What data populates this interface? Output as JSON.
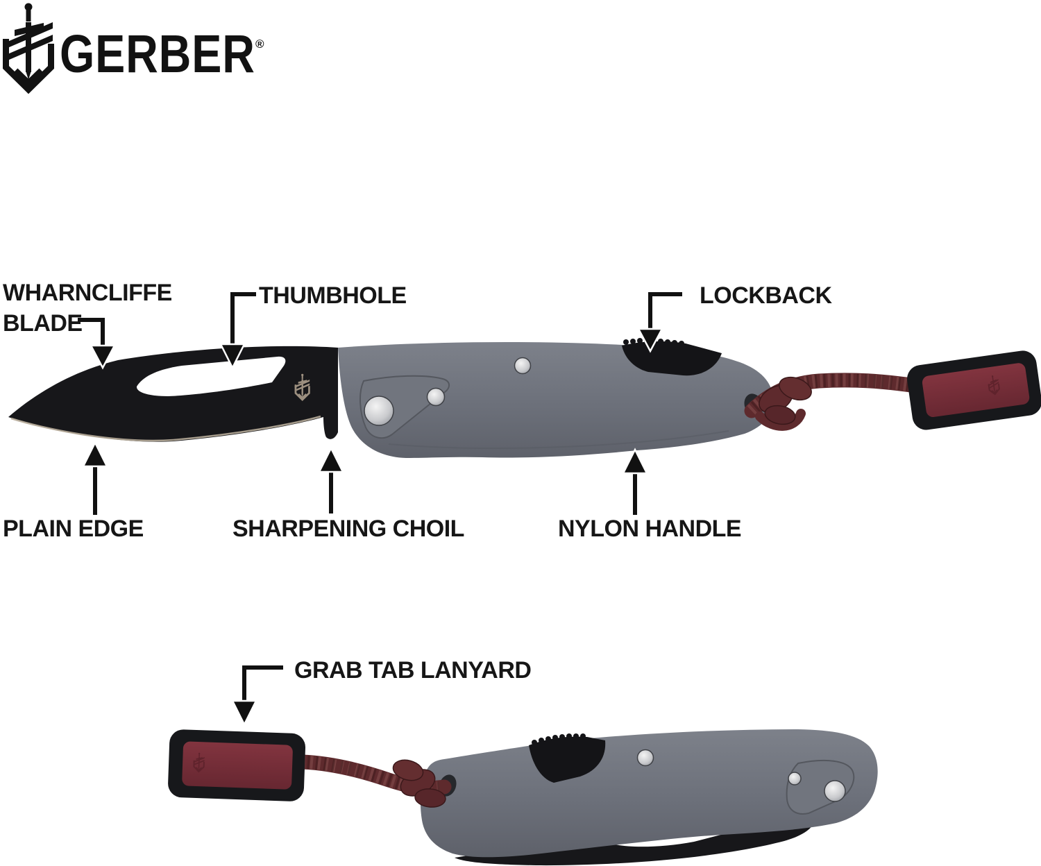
{
  "brand": {
    "wordmark": "GERBER",
    "registered_mark": "®"
  },
  "callouts": {
    "wharncliffe_blade": {
      "label": "WHARNCLIFFE BLADE"
    },
    "thumbhole": {
      "label": "THUMBHOLE"
    },
    "lockback": {
      "label": "LOCKBACK"
    },
    "plain_edge": {
      "label": "PLAIN EDGE"
    },
    "sharpening_choil": {
      "label": "SHARPENING CHOIL"
    },
    "nylon_handle": {
      "label": "NYLON HANDLE"
    },
    "grab_tab_lanyard": {
      "label": "GRAB TAB LANYARD"
    }
  },
  "colors": {
    "background": "#ffffff",
    "label_text": "#161616",
    "blade_black": "#17171a",
    "edge_highlight": "#b6ab99",
    "handle_gray": "#6e727b",
    "lanyard_cord": "#5e2a2d",
    "grab_tab_outer": "#17181b",
    "grab_tab_inset": "#732c37",
    "pin_silver": "#d9d9d9",
    "blade_logo_bronze": "#9d9080"
  }
}
